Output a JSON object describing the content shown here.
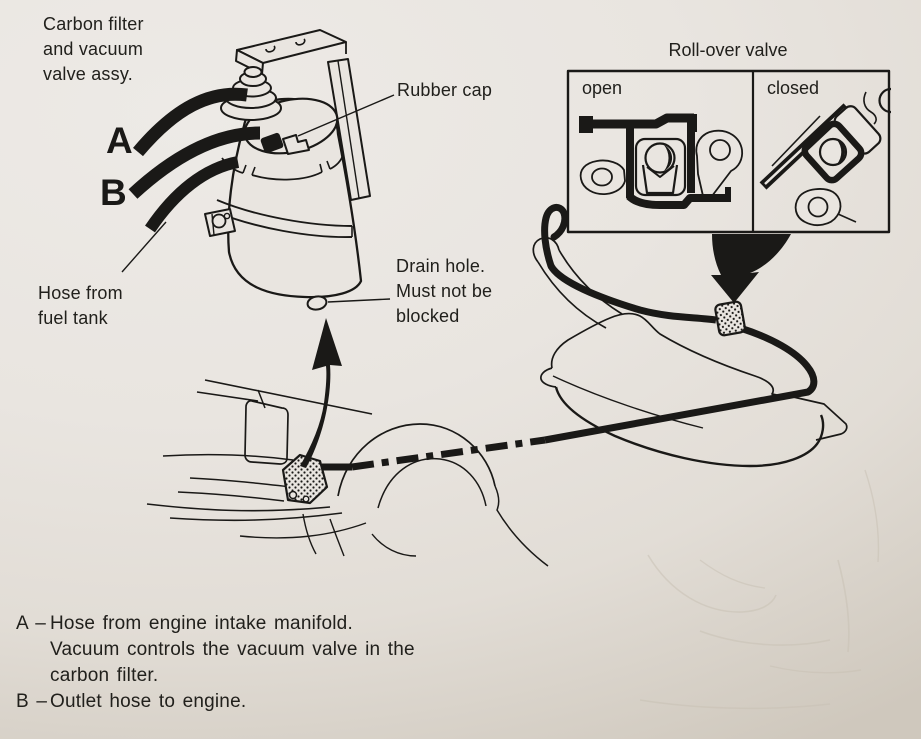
{
  "page": {
    "background_color": "#e9e5e0",
    "ink_color": "#1a1917",
    "text_color": "#21201c"
  },
  "callouts": {
    "assembly": "Carbon filter\nand vacuum\nvalve assy.",
    "hose_a_letter": "A",
    "hose_b_letter": "B",
    "rubber_cap": "Rubber cap",
    "drain_hole": "Drain hole.\nMust not be\nblocked",
    "hose_fuel_tank": "Hose from\nfuel tank"
  },
  "inset": {
    "title": "Roll-over valve",
    "open_label": "open",
    "closed_label": "closed"
  },
  "legend": {
    "a_prefix": "A –",
    "a_text": "Hose from engine intake manifold.\nVacuum controls the vacuum valve in the\ncarbon filter.",
    "b_prefix": "B –",
    "b_text": "Outlet hose to engine."
  }
}
